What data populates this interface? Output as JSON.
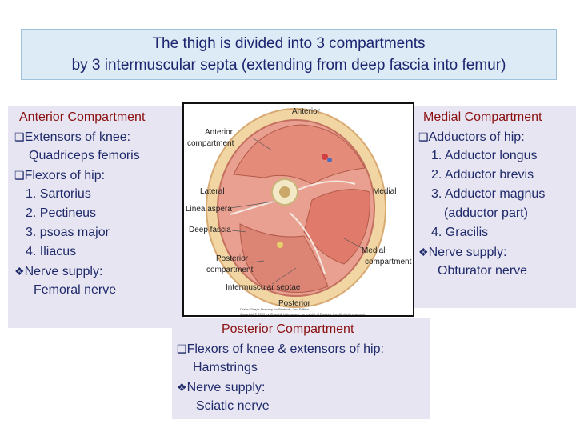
{
  "title": {
    "line1": "The thigh is divided into 3 compartments",
    "line2": "by 3 intermuscular septa (extending from deep fascia into femur)"
  },
  "anterior": {
    "heading": "Anterior Compartment",
    "lines": [
      "Extensors of knee:",
      "Quadriceps femoris",
      "Flexors of hip:",
      "1. Sartorius",
      "2. Pectineus",
      "3. psoas major",
      "4. Iliacus",
      "Nerve supply:",
      "Femoral nerve"
    ]
  },
  "medial": {
    "heading": "Medial Compartment",
    "lines": [
      "Adductors of hip:",
      "1. Adductor longus",
      "2. Adductor brevis",
      "3. Adductor magnus",
      "(adductor part)",
      "4. Gracilis",
      "Nerve supply:",
      "Obturator nerve"
    ]
  },
  "posterior": {
    "heading": "Posterior Compartment",
    "lines": [
      "Flexors of knee & extensors of hip:",
      "Hamstrings",
      "Nerve supply:",
      "Sciatic nerve"
    ]
  },
  "figure": {
    "labels": {
      "anterior_top": "Anterior",
      "anterior_compartment_1": "Anterior",
      "anterior_compartment_2": "compartment",
      "lateral": "Lateral",
      "medial": "Medial",
      "linea_aspera": "Linea aspera",
      "deep_fascia": "Deep fascia",
      "medial_compartment_1": "Medial",
      "medial_compartment_2": "compartment",
      "posterior_compartment_1": "Posterior",
      "posterior_compartment_2": "compartment",
      "intermuscular_septae": "Intermuscular septae",
      "posterior_bottom": "Posterior"
    },
    "credit_lines": [
      "Drake: Gray's Anatomy for Students, 2nd Edition.",
      "Copyright © 2009 by Churchill Livingstone, an imprint of Elsevier, Inc. All rights reserved."
    ]
  },
  "colors": {
    "heading": "#8b1010",
    "body_text": "#1f2a6a",
    "panel_bg": "#e7e5f2",
    "title_bg": "#dcebf5"
  },
  "icons": {
    "square_bullet": "q-bullet-icon",
    "diamond_bullet": "v-bullet-icon"
  }
}
